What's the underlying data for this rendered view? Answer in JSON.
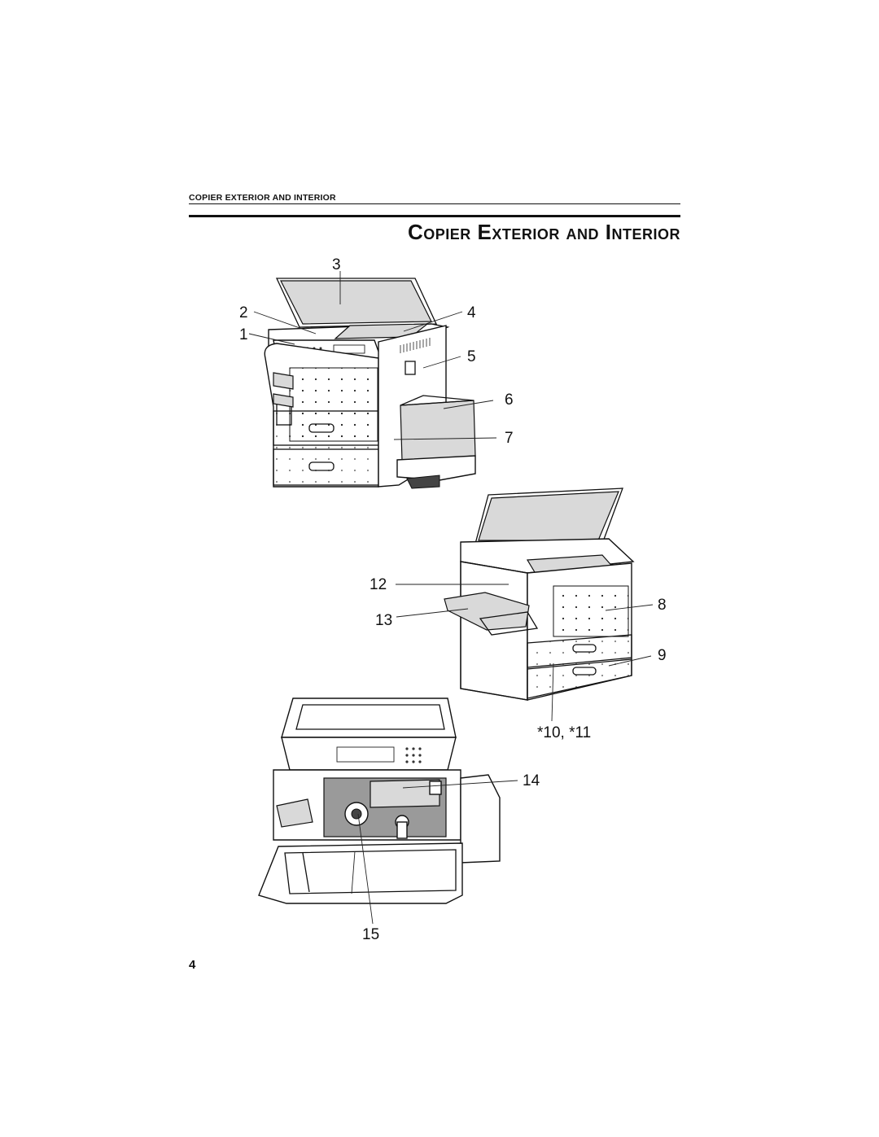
{
  "header": {
    "running_title": "COPIER EXTERIOR AND INTERIOR",
    "page_title": "Copier Exterior and Interior"
  },
  "figure": {
    "callouts": [
      {
        "id": "c1",
        "label": "1"
      },
      {
        "id": "c2",
        "label": "2"
      },
      {
        "id": "c3",
        "label": "3"
      },
      {
        "id": "c4",
        "label": "4"
      },
      {
        "id": "c5",
        "label": "5"
      },
      {
        "id": "c6",
        "label": "6"
      },
      {
        "id": "c7",
        "label": "7"
      },
      {
        "id": "c8",
        "label": "8"
      },
      {
        "id": "c9",
        "label": "9"
      },
      {
        "id": "c10",
        "label": "*10, *11"
      },
      {
        "id": "c12",
        "label": "12"
      },
      {
        "id": "c13",
        "label": "13"
      },
      {
        "id": "c14",
        "label": "14"
      },
      {
        "id": "c15",
        "label": "15"
      }
    ]
  },
  "footer": {
    "page_number": "4"
  }
}
